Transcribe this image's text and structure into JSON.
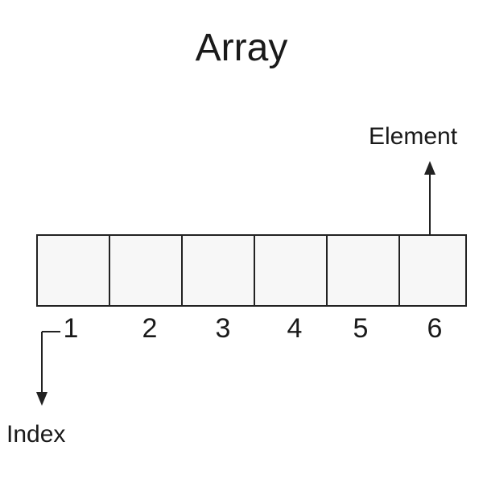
{
  "title": "Array",
  "element_label": "Element",
  "index_label": "Index",
  "cells": [
    "",
    "",
    "",
    "",
    "",
    ""
  ],
  "indices": [
    "1",
    "2",
    "3",
    "4",
    "5",
    "6"
  ]
}
